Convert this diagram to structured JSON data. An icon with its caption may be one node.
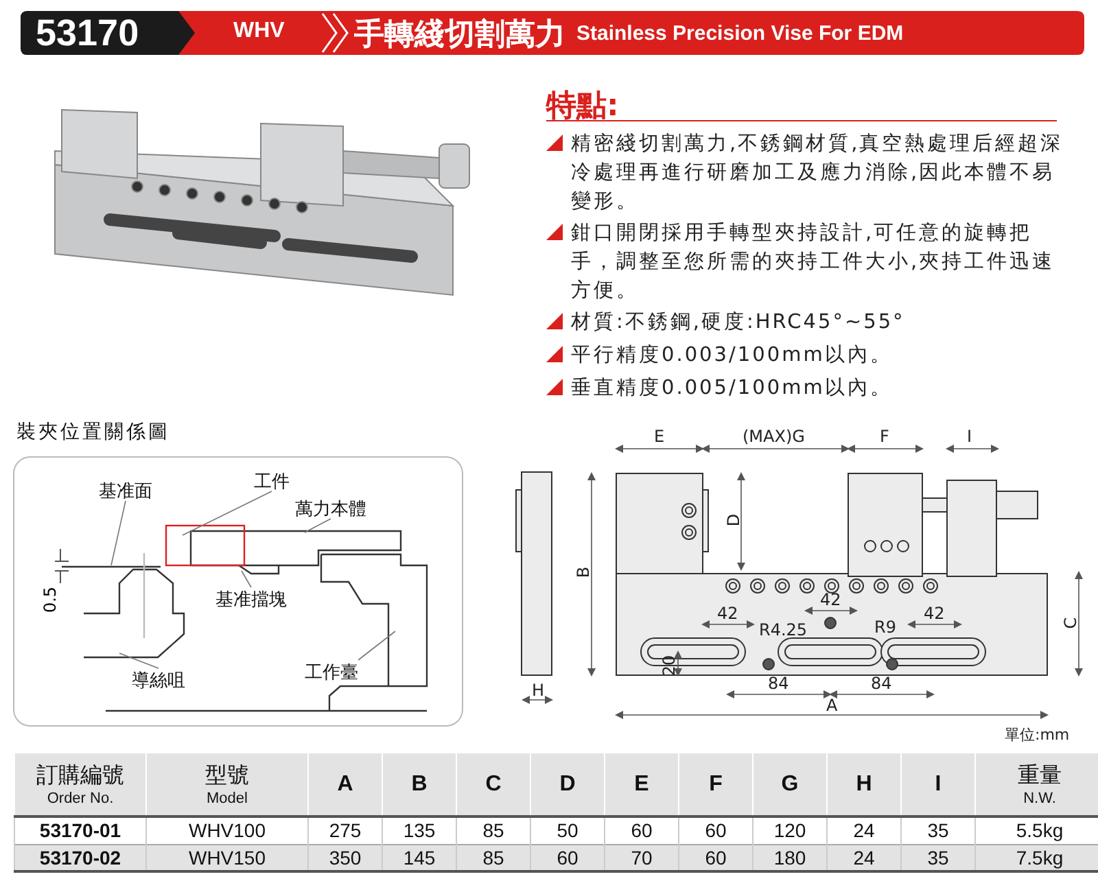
{
  "diagram": {
    "title": "手轉綫切割萬力",
    "nodes": [
      {
        "text": [
          "基准面"
        ]
      },
      {
        "text": [
          "工件"
        ]
      },
      {
        "text": [
          "萬力本體"
        ]
      },
      {
        "text": [
          "基准擋塊"
        ]
      },
      {
        "text": [
          "導絲咀"
        ]
      },
      {
        "text": [
          "工作臺"
        ]
      }
    ],
    "edges": [
      {
        "from": 0,
        "to": null,
        "arrow": "none"
      },
      {
        "from": 1,
        "to": null,
        "arrow": "none"
      },
      {
        "from": 2,
        "to": null,
        "arrow": "none"
      },
      {
        "from": 3,
        "to": null,
        "arrow": "none"
      },
      {
        "from": 4,
        "to": null,
        "arrow": "none"
      },
      {
        "from": 5,
        "to": null,
        "arrow": "none"
      }
    ],
    "labels": [
      "53170",
      "WHV",
      "Stainless Precision Vise For EDM",
      "特點:",
      "精密綫切割萬力,不銹鋼材質,真空熱處理后經超深冷處理再進行研磨加工及應力消除,因此本體不易變形。",
      "鉗口開閉採用手轉型夾持設計,可任意的旋轉把手，調整至您所需的夾持工件大小,夾持工件迅速方便。",
      "材質:不銹鋼,硬度:HRC45°~55°",
      "平行精度0.003/100mm以內。",
      "垂直精度0.005/100mm以內。",
      "裝夾位置關係圖",
      "0.5",
      "E",
      "(MAX)G",
      "F",
      "I",
      "D",
      "B",
      "C",
      "42",
      "42",
      "R4.25",
      "R9",
      "42",
      "20",
      "84",
      "84",
      "A",
      "H",
      "單位:mm",
      "訂購編號",
      "Order No.",
      "型號",
      "Model",
      "A",
      "B",
      "C",
      "D",
      "E",
      "F",
      "G",
      "H",
      "I",
      "重量",
      "N.W.",
      "53170-01",
      "WHV100",
      "275",
      "135",
      "85",
      "50",
      "60",
      "60",
      "120",
      "24",
      "35",
      "5.5kg",
      "53170-02",
      "WHV150",
      "350",
      "145",
      "85",
      "60",
      "70",
      "60",
      "180",
      "24",
      "35",
      "7.5kg"
    ]
  }
}
